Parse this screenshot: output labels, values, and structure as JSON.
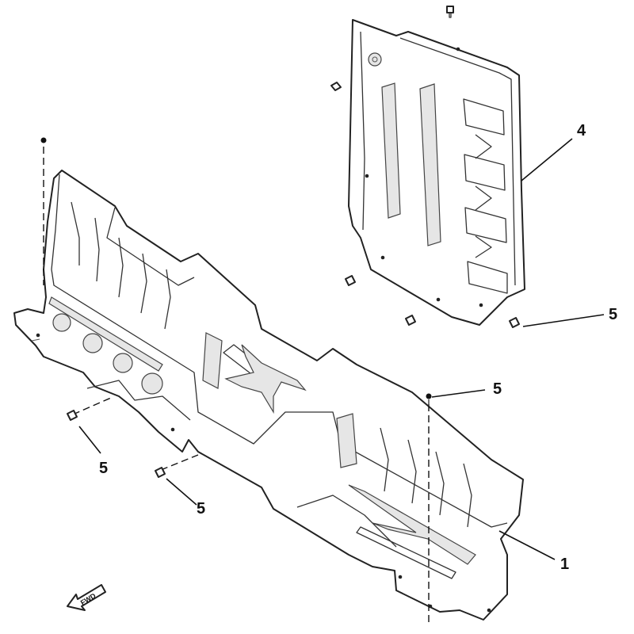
{
  "callouts": {
    "part_4": "4",
    "part_5_right": "5",
    "part_5_mid": "5",
    "part_5_left_a": "5",
    "part_5_left_b": "5",
    "part_1": "1"
  },
  "fwd_label": "FWD"
}
